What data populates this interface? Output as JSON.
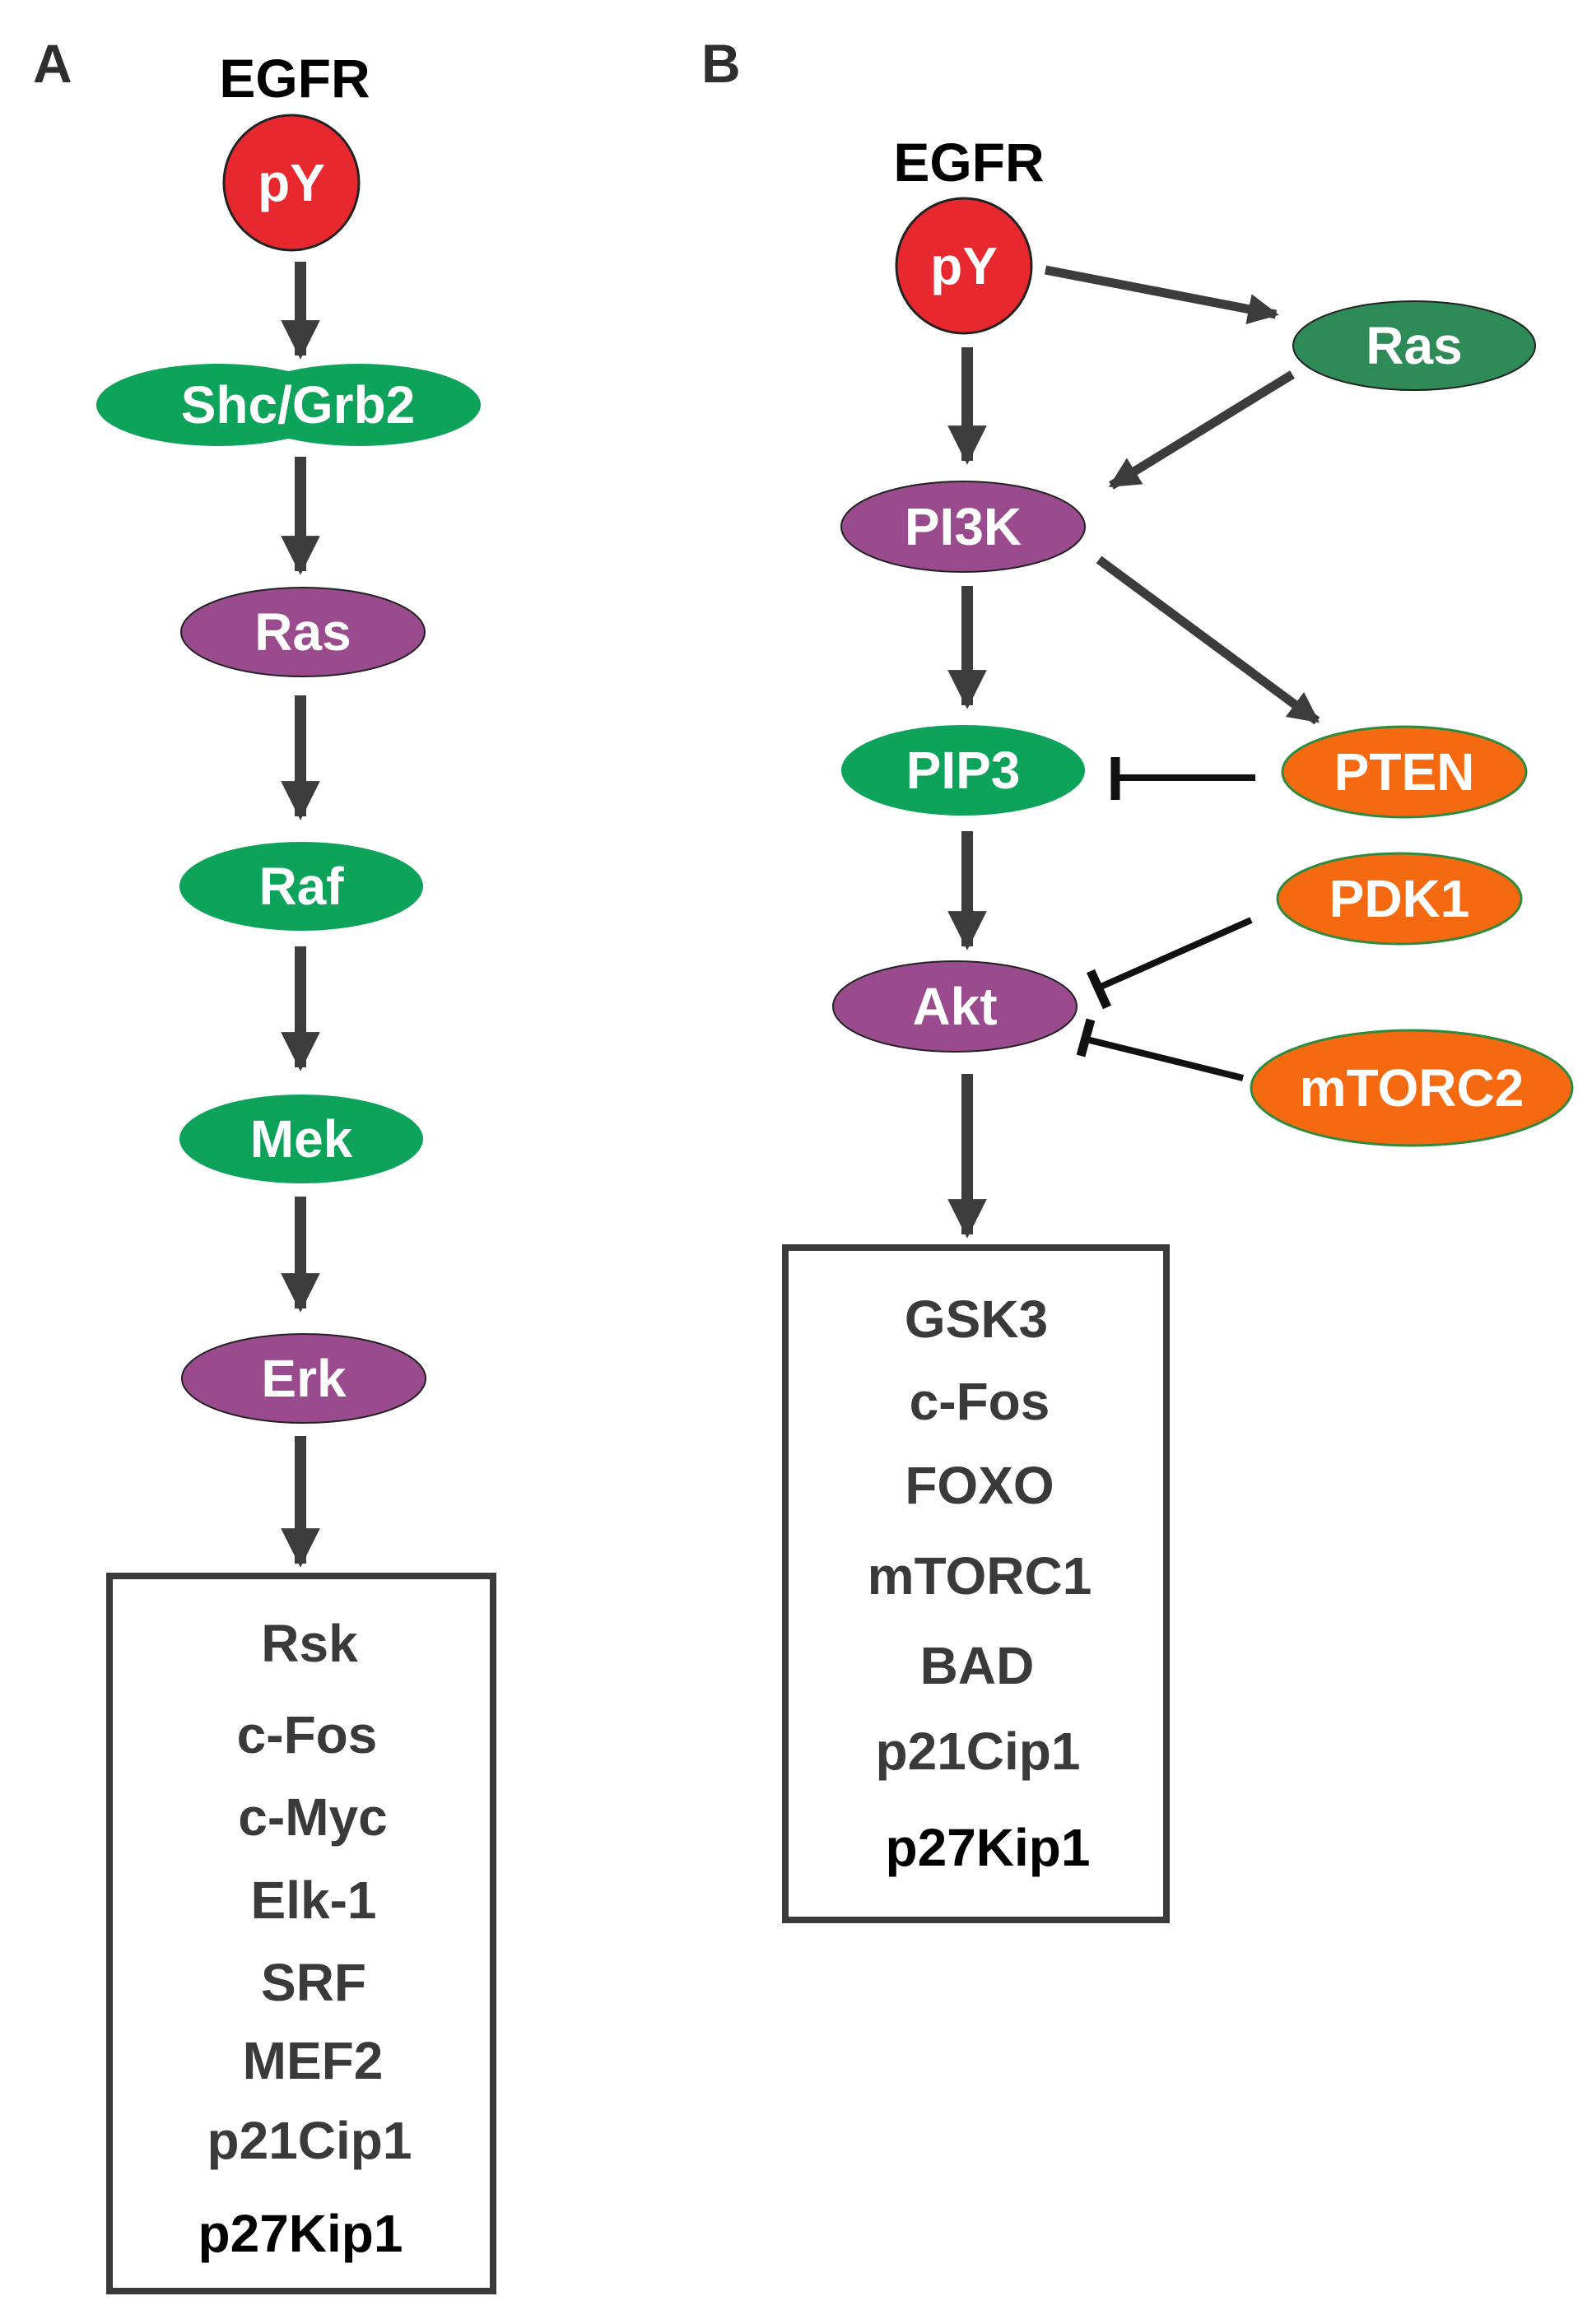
{
  "colors": {
    "receptor": "#e8282f",
    "green": "#0ea35a",
    "ras_b": "#2e8b57",
    "purple": "#9a4b8e",
    "orange": "#f56a10",
    "arrow": "#3c3c3c",
    "inhibit": "#111111",
    "box_border": "#3a3a3a",
    "target_text": "#3a3a3a",
    "target_last_text": "#000000"
  },
  "panel_a": {
    "label": "A",
    "receptor": "EGFR",
    "phospho": "pY",
    "nodes": [
      {
        "label": "Shc/Grb2",
        "color": "green"
      },
      {
        "label": "Ras",
        "color": "purple"
      },
      {
        "label": "Raf",
        "color": "green"
      },
      {
        "label": "Mek",
        "color": "green"
      },
      {
        "label": "Erk",
        "color": "purple"
      }
    ],
    "targets": [
      "Rsk",
      "c-Fos",
      "c-Myc",
      "Elk-1",
      "SRF",
      "MEF2",
      "p21Cip1",
      "p27Kip1"
    ]
  },
  "panel_b": {
    "label": "B",
    "receptor": "EGFR",
    "phospho": "pY",
    "nodes": {
      "ras": "Ras",
      "pi3k": "PI3K",
      "pip3": "PIP3",
      "akt": "Akt",
      "pten": "PTEN",
      "pdk1": "PDK1",
      "mtorc2": "mTORC2"
    },
    "targets": [
      "GSK3",
      "c-Fos",
      "FOXO",
      "mTORC1",
      "BAD",
      "p21Cip1",
      "p27Kip1"
    ]
  }
}
